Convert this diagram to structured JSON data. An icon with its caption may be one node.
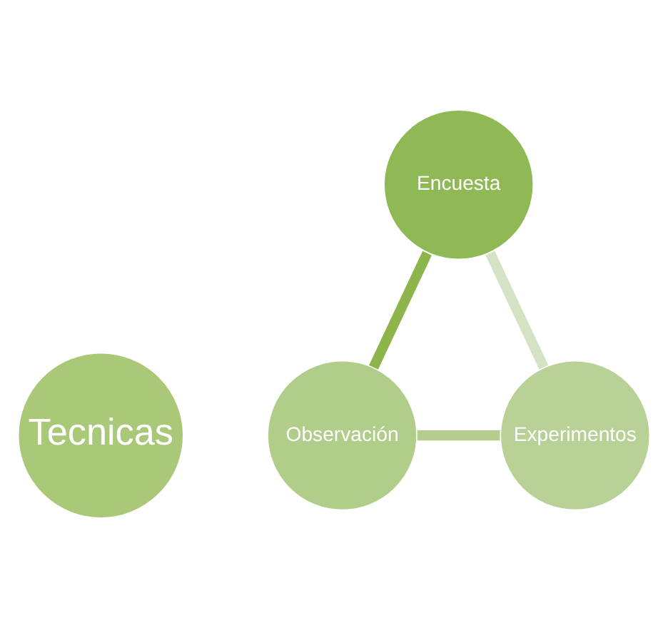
{
  "diagram": {
    "nodes": [
      {
        "text": [
          "Tecnicas"
        ]
      },
      {
        "text": [
          "Encuesta"
        ]
      },
      {
        "text": [
          "Observación"
        ]
      },
      {
        "text": [
          "Experimentos"
        ]
      }
    ],
    "edges": [
      {
        "from": 1,
        "to": 2,
        "arrow": "none",
        "color": "#8db54c"
      },
      {
        "from": 2,
        "to": 3,
        "arrow": "none",
        "color": "#b3cd8c"
      },
      {
        "from": 3,
        "to": 1,
        "arrow": "none",
        "color": "#d5e2c3"
      }
    ]
  }
}
